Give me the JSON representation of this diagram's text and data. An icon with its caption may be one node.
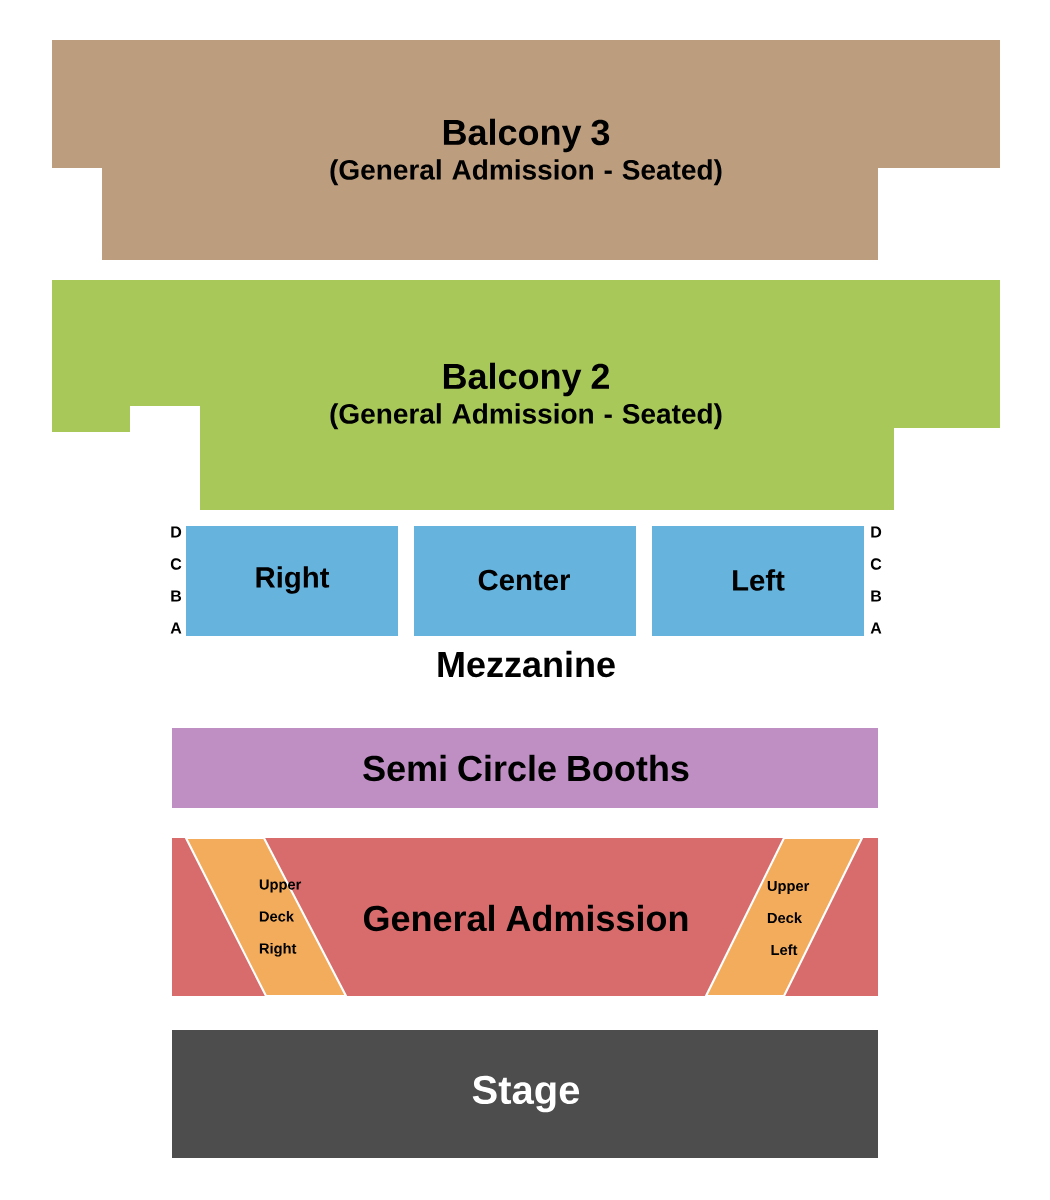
{
  "diagram": {
    "nodes": [
      {
        "text": [
          "Balcony 3",
          "(General Admission - Seated)"
        ]
      },
      {
        "text": [
          "Balcony 2",
          "(General Admission - Seated)"
        ]
      },
      {
        "text": [
          "Right"
        ]
      },
      {
        "text": [
          "Center"
        ]
      },
      {
        "text": [
          "Left"
        ]
      },
      {
        "text": [
          "Semi Circle Booths"
        ]
      },
      {
        "text": [
          "General Admission"
        ]
      },
      {
        "text": [
          "Upper Deck Right"
        ],
        "in": 6
      },
      {
        "text": [
          "Upper Deck Left"
        ],
        "in": 6
      },
      {
        "text": [
          "Stage"
        ]
      }
    ],
    "labels": [
      "D",
      "D",
      "C",
      "C",
      "B",
      "B",
      "A",
      "A",
      "Mezzanine"
    ]
  }
}
